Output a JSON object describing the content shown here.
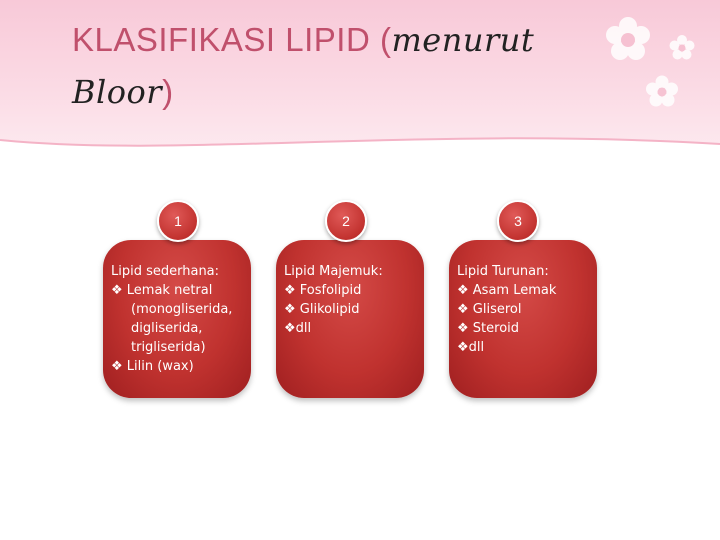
{
  "slide": {
    "title_main": "KLASIFIKASI LIPID (",
    "title_italic": "menurut Bloor",
    "title_close": ")"
  },
  "colors": {
    "header_pink": "#f8c9d8",
    "title_pink": "#c0506c",
    "card_red": "#c0322f"
  },
  "cards": [
    {
      "number": "1",
      "lines": [
        "Lipid sederhana:",
        "❖  Lemak netral",
        "(monogliserida,",
        "digliserida,",
        "trigliserida)",
        "❖ Lilin (wax)"
      ]
    },
    {
      "number": "2",
      "lines": [
        "Lipid Majemuk:",
        "❖  Fosfolipid",
        "❖  Glikolipid",
        "❖dll"
      ]
    },
    {
      "number": "3",
      "lines": [
        "Lipid Turunan:",
        "❖  Asam Lemak",
        "❖  Gliserol",
        "❖  Steroid",
        "❖dll"
      ]
    }
  ],
  "decor": {
    "icon": "flower-icon"
  }
}
